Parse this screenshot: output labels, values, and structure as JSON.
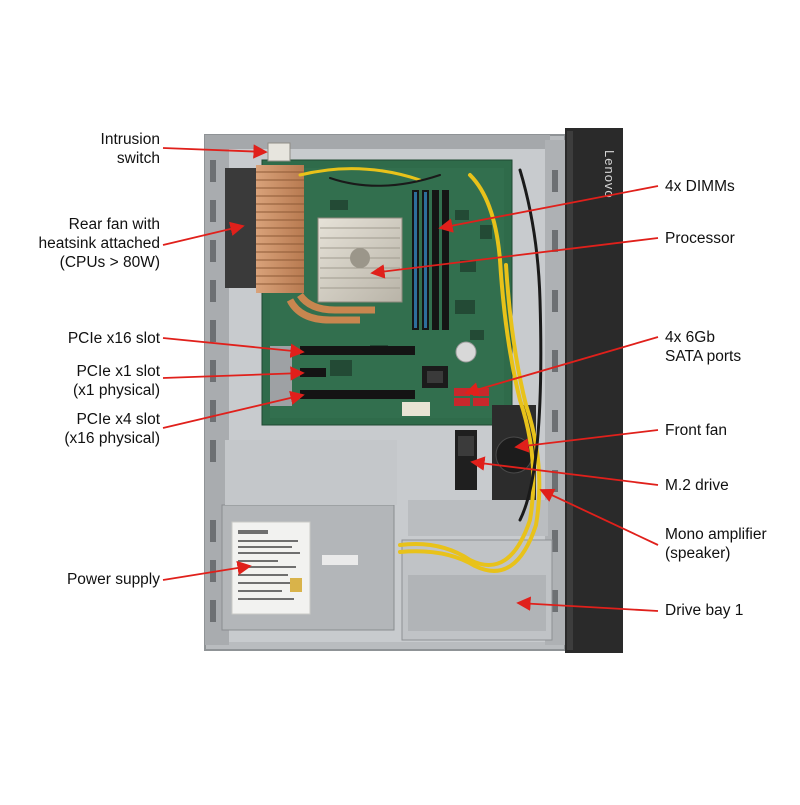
{
  "labels": {
    "intrusion_switch": [
      "Intrusion",
      "switch"
    ],
    "rear_fan": [
      "Rear fan with",
      "heatsink attached",
      "(CPUs > 80W)"
    ],
    "pcie_x16": [
      "PCIe x16 slot"
    ],
    "pcie_x1": [
      "PCIe x1 slot",
      "(x1 physical)"
    ],
    "pcie_x4": [
      "PCIe x4 slot",
      "(x16 physical)"
    ],
    "power_supply": [
      "Power supply"
    ],
    "dimms": [
      "4x DIMMs"
    ],
    "processor": [
      "Processor"
    ],
    "sata": [
      "4x 6Gb",
      "SATA ports"
    ],
    "front_fan": [
      "Front fan"
    ],
    "m2": [
      "M.2 drive"
    ],
    "amplifier": [
      "Mono amplifier",
      "(speaker)"
    ],
    "drive_bay": [
      "Drive bay 1"
    ]
  },
  "brand_text": "Lenovo",
  "colors": {
    "arrow": "#e0201b",
    "chassis": "#b9bcbf",
    "board": "#2f6b4a",
    "bezel": "#2a2a2a",
    "cable": "#e8c21a"
  }
}
